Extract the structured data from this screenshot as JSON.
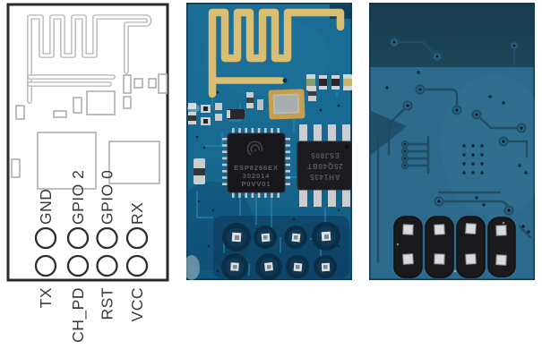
{
  "page": {
    "description": "ESP8266 ESP-01 WiFi module: pinout line diagram, front photo, back photo",
    "background_color": "#ffffff"
  },
  "pinout_diagram": {
    "top_pins": [
      "GND",
      "GPIO 2",
      "GPIO 0",
      "RX"
    ],
    "bottom_pins": [
      "TX",
      "CH_PD",
      "RST",
      "VCC"
    ],
    "outline_color": "#b3b3b3",
    "border_color": "#2a2a2a",
    "label_color": "#3a3a3a"
  },
  "front_module": {
    "pcb_color": "#176a92",
    "pcb_dark_color": "#0d3f5e",
    "antenna_color": "#d9bd72",
    "trace_color": "#2f8cb4",
    "esp_chip": {
      "lines": [
        "ESP8266EX",
        "302014",
        "P0VV01"
      ],
      "body_color": "#17171c",
      "pin_color": "#c3c9cd",
      "logo": "espressif-swirl-logo"
    },
    "flash_chip": {
      "lines": [
        "AH1435",
        "25Q40BT",
        "E5J805"
      ],
      "rotation_deg": 180,
      "body_color": "#1c1c20",
      "leg_color": "#c9ced2"
    },
    "crystal_color": "#c59f4e",
    "led_colors": [
      "#7fa06b",
      "#c9b264"
    ],
    "solder_joint_color": "#0b2e47"
  },
  "back_module": {
    "pcb_color": "#2d6b8d",
    "keepout_color": "#1c4659",
    "trace_color": "#1e4d64",
    "header": {
      "rows": 2,
      "cols": 4,
      "body_color": "#1a1a1d",
      "pin_color": "#d7dbde"
    }
  }
}
